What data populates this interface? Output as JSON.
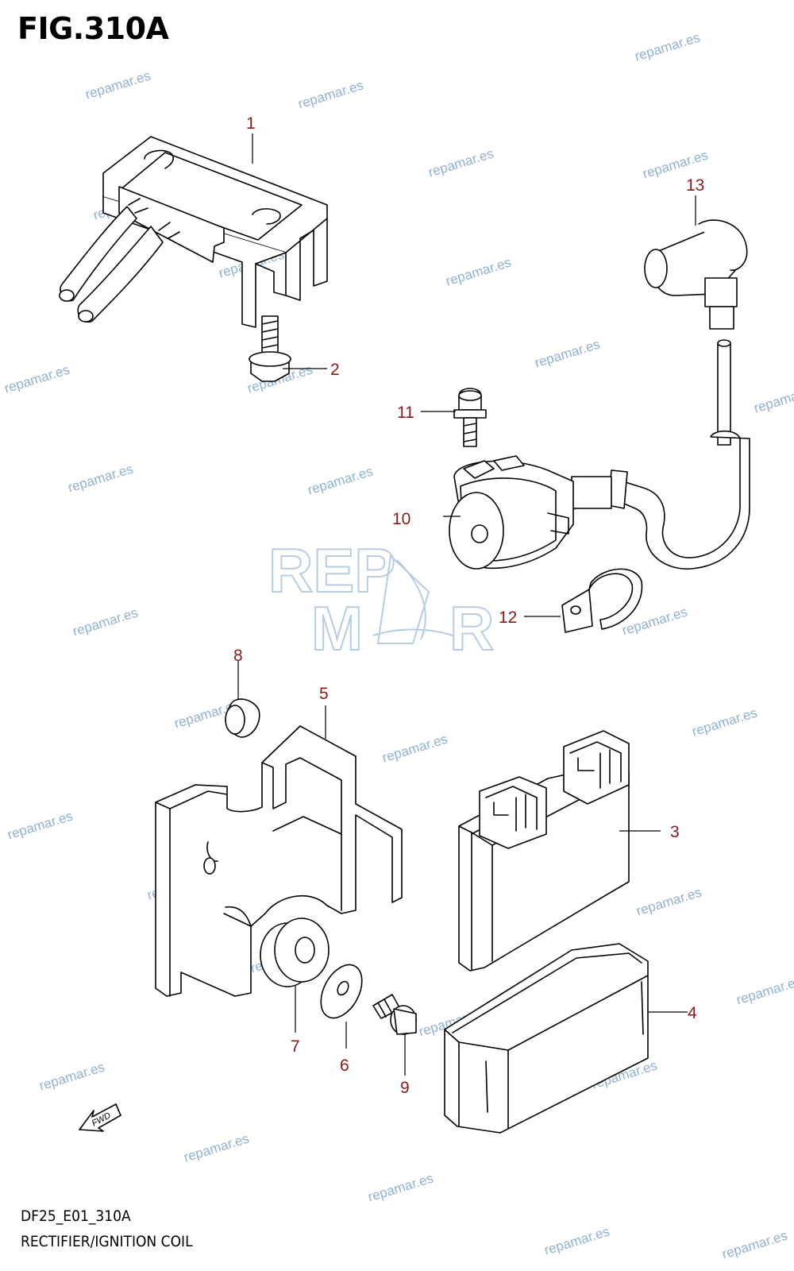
{
  "header": {
    "fig_label": "FIG.310A"
  },
  "footer": {
    "model_code": "DF25_E01_310A",
    "title": "RECTIFIER/IGNITION COIL"
  },
  "callouts": {
    "c1": "1",
    "c2": "2",
    "c3": "3",
    "c4": "4",
    "c5": "5",
    "c6": "6",
    "c7": "7",
    "c8": "8",
    "c9": "9",
    "c10": "10",
    "c11": "11",
    "c12": "12",
    "c13": "13"
  },
  "fwd_marker": "FWD",
  "watermark": {
    "text": "repamar.es",
    "logo_text": "REPAMAR"
  },
  "colors": {
    "callout": "#8b1a1a",
    "watermark": "#8fb1d3",
    "line": "#000000"
  }
}
